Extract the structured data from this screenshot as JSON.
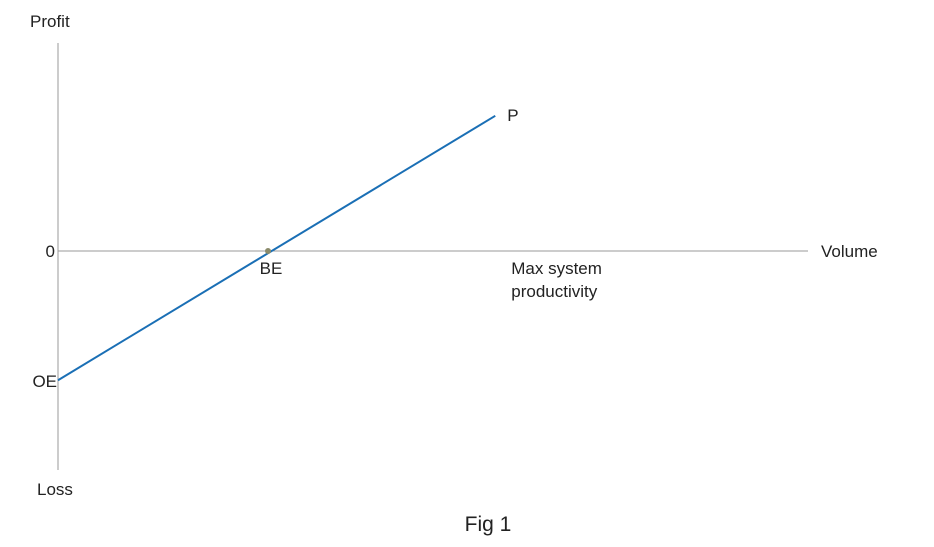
{
  "chart_data": {
    "type": "line",
    "title": "",
    "caption": "Fig 1",
    "xlabel": "Volume",
    "ylabel_top": "Profit",
    "ylabel_bottom": "Loss",
    "y_zero_label": "0",
    "xlim": [
      0,
      100
    ],
    "ylim": [
      -100,
      100
    ],
    "series": [
      {
        "x": [
          0,
          58.3
        ],
        "y": [
          -59,
          65
        ]
      }
    ],
    "points": [
      {
        "label": "OE",
        "x": 0,
        "y": -59
      },
      {
        "label": "BE",
        "x": 28,
        "y": 0
      },
      {
        "label": "P",
        "x": 58.3,
        "y": 65
      }
    ],
    "capacity_line": {
      "x": 58.3,
      "label_line1": "Max system",
      "label_line2": "productivity"
    },
    "colors": {
      "profit_line": "#1a6fb5",
      "axis": "#9a9a9a",
      "capacity_bar": "#222222",
      "be_marker": "#8a8a6a",
      "text": "#222222"
    },
    "grid": false
  }
}
